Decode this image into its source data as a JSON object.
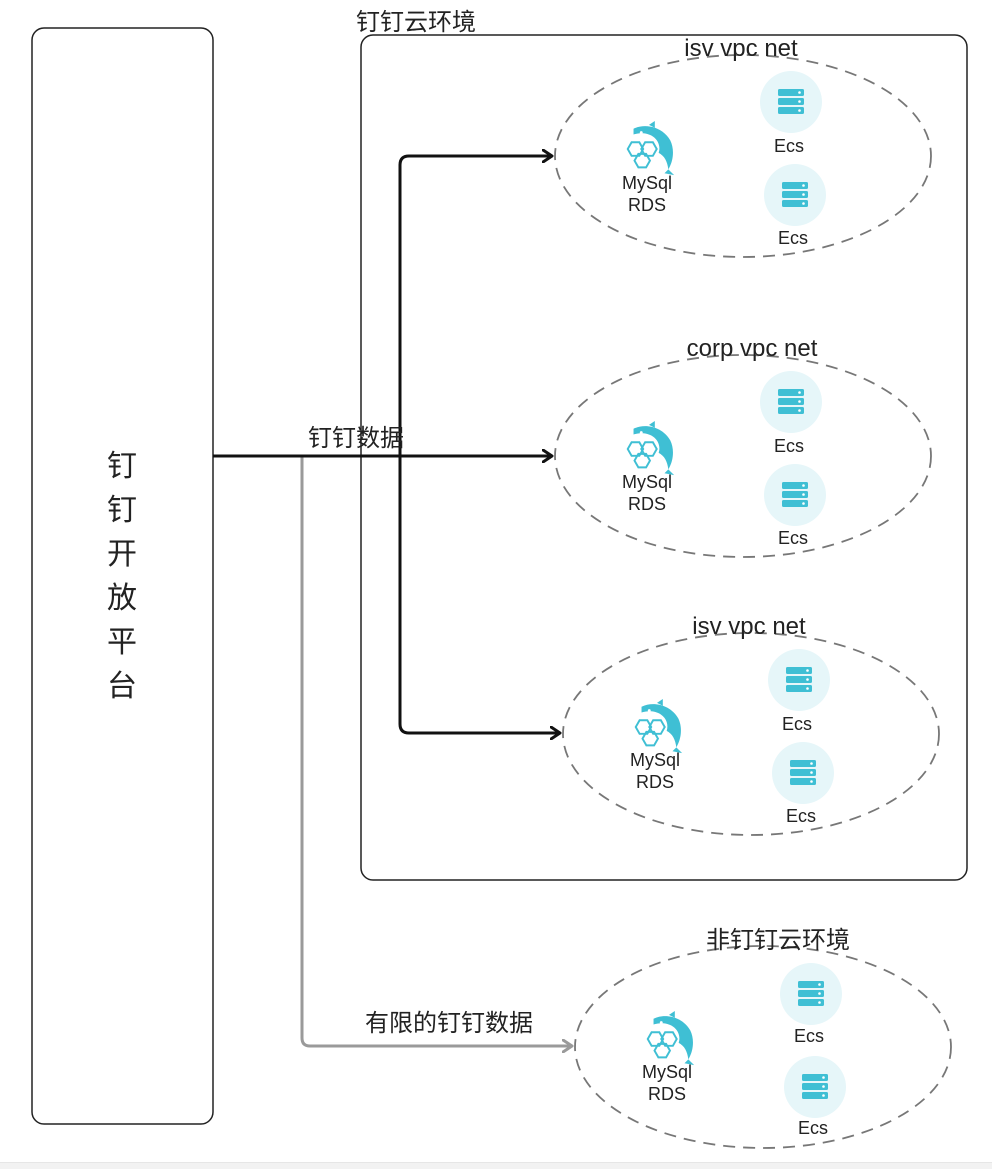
{
  "platform": {
    "label": "钉钉开放平台"
  },
  "cloud_env": {
    "title": "钉钉云环境",
    "vpcs": [
      {
        "title": "isv vpc net",
        "db_label_1": "MySql",
        "db_label_2": "RDS",
        "ecs_labels": [
          "Ecs",
          "Ecs"
        ]
      },
      {
        "title": "corp vpc net",
        "db_label_1": "MySql",
        "db_label_2": "RDS",
        "ecs_labels": [
          "Ecs",
          "Ecs"
        ]
      },
      {
        "title": "isv vpc net",
        "db_label_1": "MySql",
        "db_label_2": "RDS",
        "ecs_labels": [
          "Ecs",
          "Ecs"
        ]
      }
    ]
  },
  "non_cloud_env": {
    "title": "非钉钉云环境",
    "db_label_1": "MySql",
    "db_label_2": "RDS",
    "ecs_labels": [
      "Ecs",
      "Ecs"
    ]
  },
  "edges": {
    "main_label": "钉钉数据",
    "limited_label": "有限的钉钉数据"
  },
  "colors": {
    "icon": "#3fbfd4",
    "icon_bg": "#e6f6f9",
    "main_arrow": "#111111",
    "limited_arrow": "#9a9a9a",
    "dashed": "#777777"
  },
  "icons": {
    "server": "server-icon",
    "database": "dolphin-database-icon"
  }
}
